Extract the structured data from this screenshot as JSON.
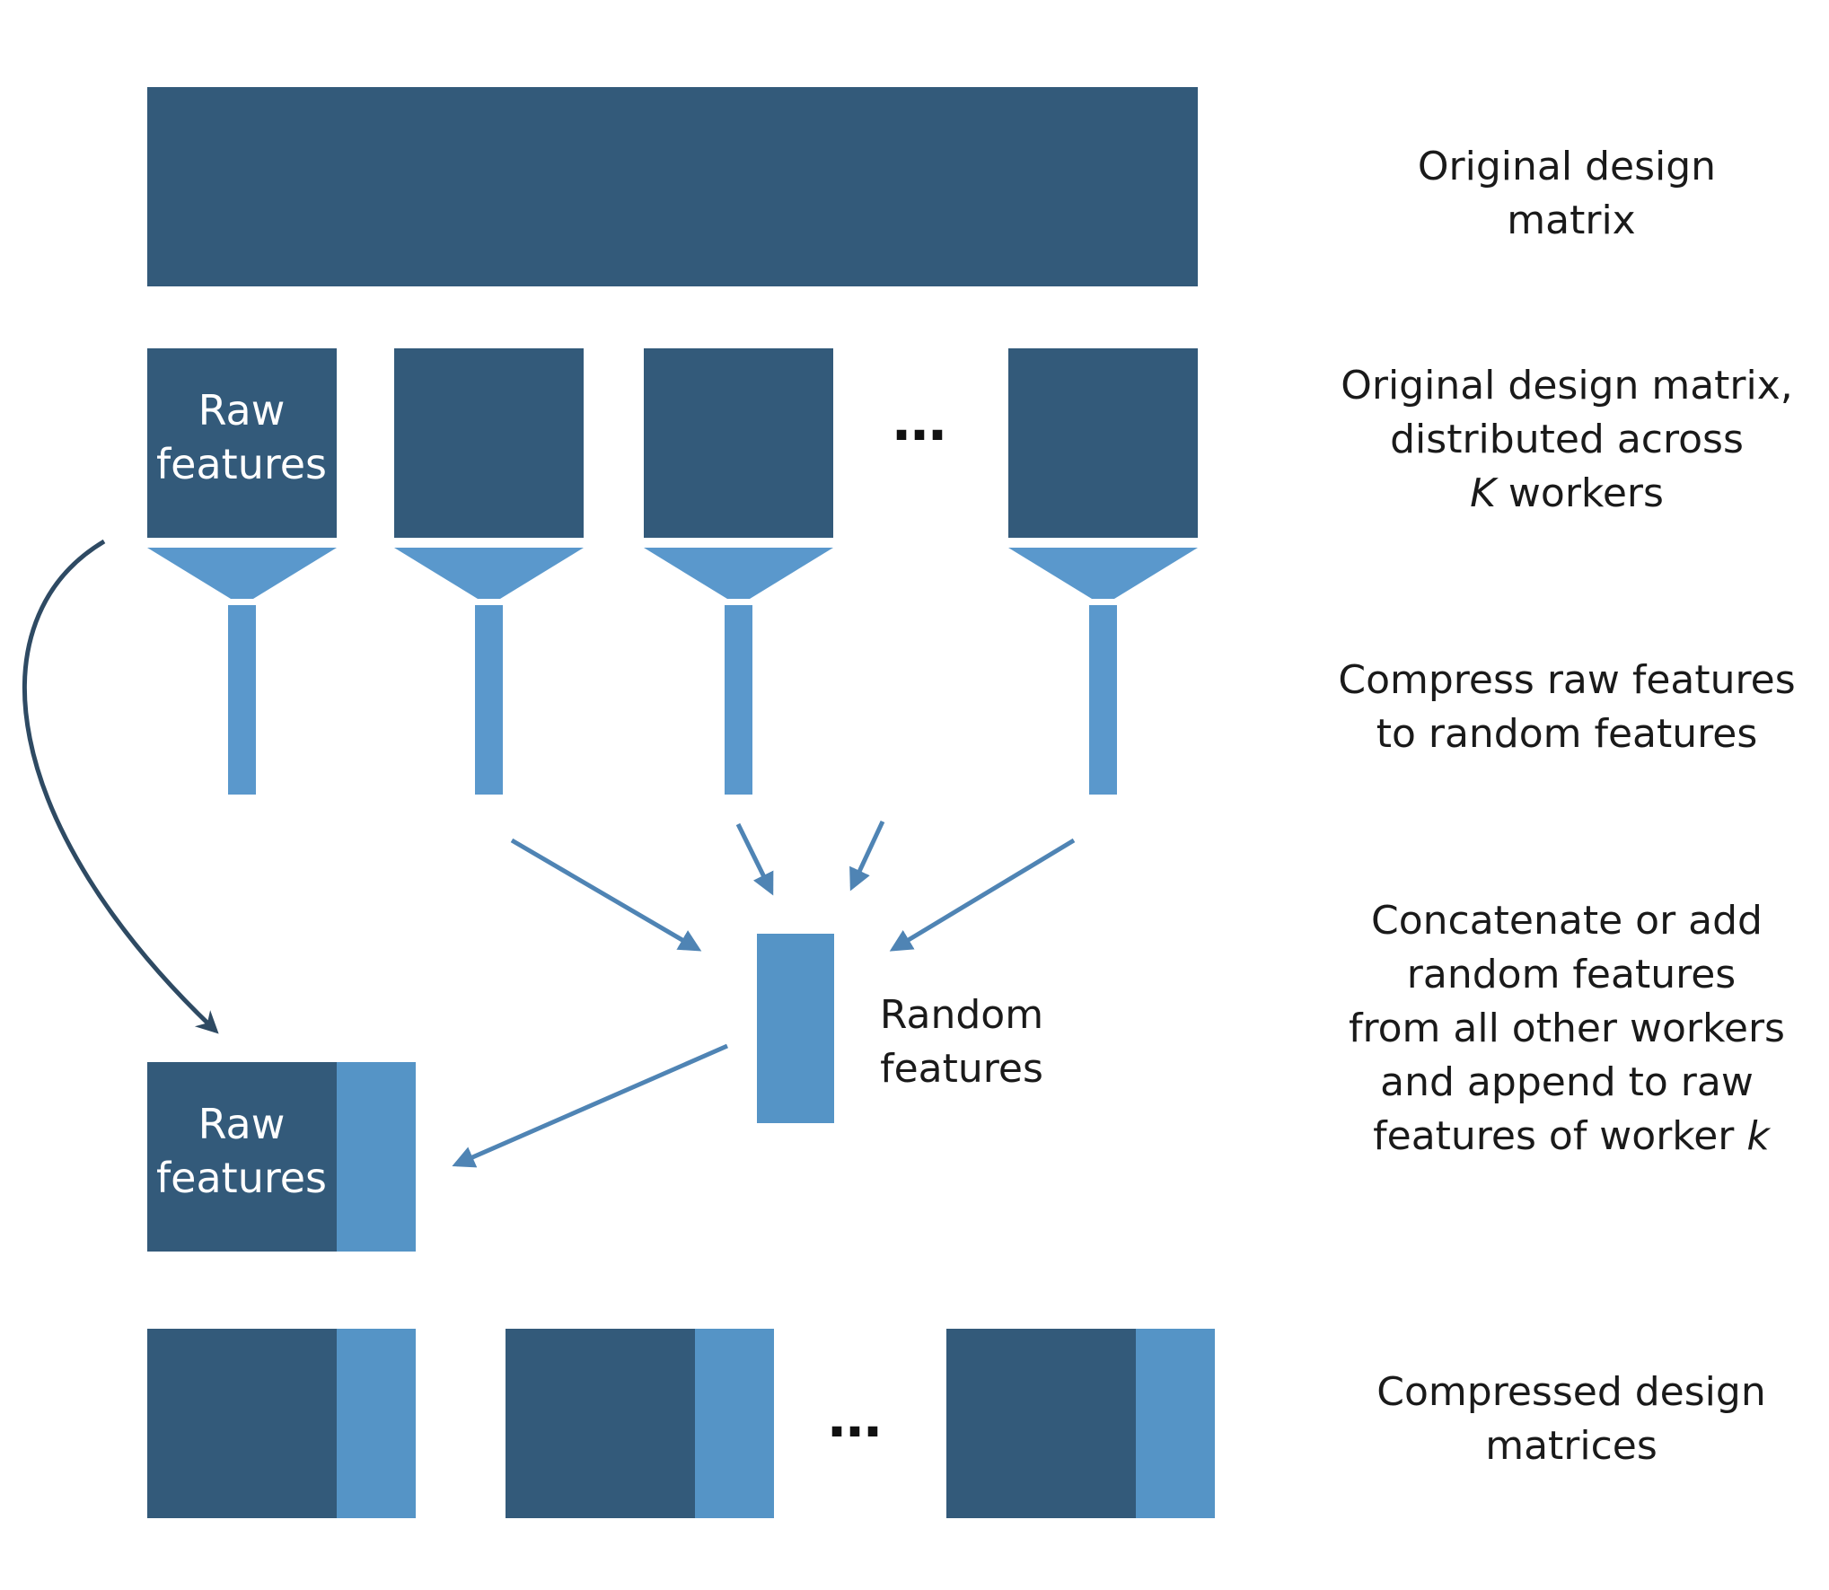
{
  "labels": {
    "original_design_matrix": [
      "Original design",
      "matrix"
    ],
    "distributed_across": [
      "Original design matrix,",
      "distributed across",
      "K",
      "workers"
    ],
    "compress": [
      "Compress raw features",
      "to random features"
    ],
    "concatenate": [
      "Concatenate or add",
      "random features",
      "from all other workers",
      "and append to raw",
      "features of worker",
      "k"
    ],
    "compressed": [
      "Compressed design",
      "matrices"
    ]
  },
  "block_text": {
    "raw_features_top": [
      "Raw",
      "features"
    ],
    "raw_features_bottom": [
      "Raw",
      "features"
    ],
    "random_features": [
      "Random",
      "features"
    ]
  },
  "ellipsis": "…",
  "colors": {
    "dark_block": "#335a7a",
    "light_block": "#5594c6",
    "arrow": "#4f84b4",
    "curved_arrow": "#2e4a63"
  }
}
